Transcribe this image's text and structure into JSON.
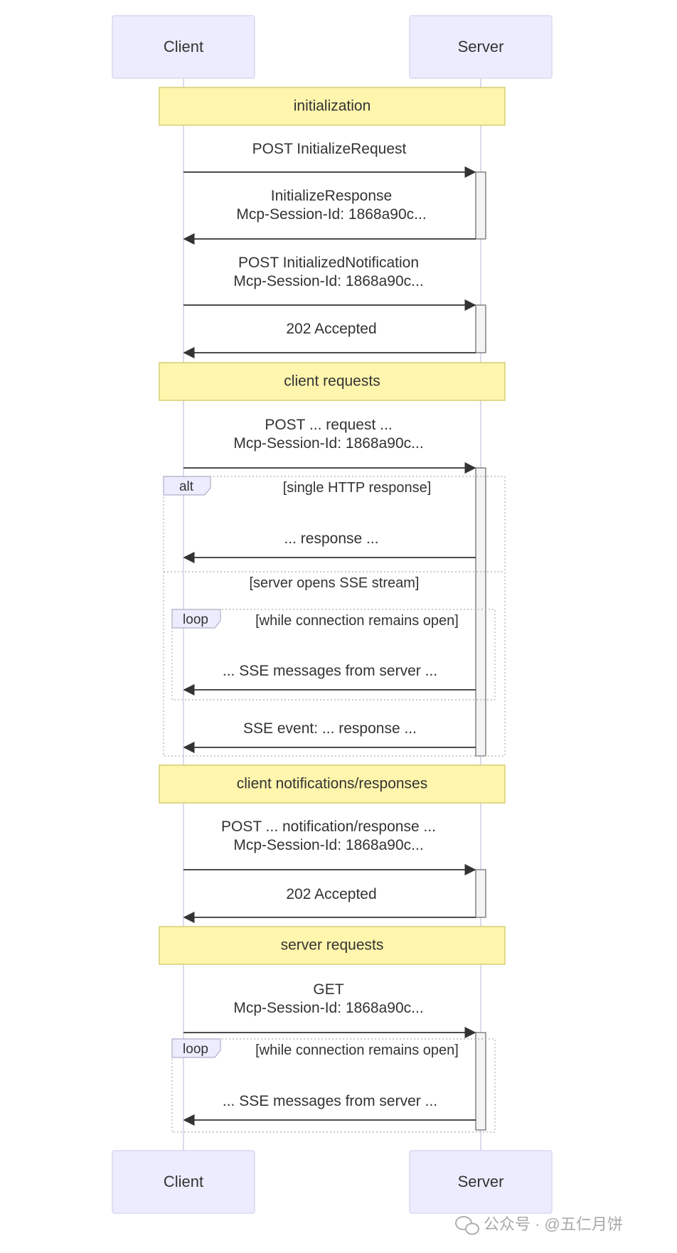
{
  "participants": {
    "client": "Client",
    "server": "Server"
  },
  "sections": {
    "initialization": "initialization",
    "client_requests": "client requests",
    "client_notifications": "client notifications/responses",
    "server_requests": "server requests"
  },
  "messages": {
    "m1": "POST InitializeRequest",
    "m2a": "InitializeResponse",
    "m2b": "Mcp-Session-Id: 1868a90c...",
    "m3a": "POST InitializedNotification",
    "m3b": "Mcp-Session-Id: 1868a90c...",
    "m4": "202 Accepted",
    "m5a": "POST ... request ...",
    "m5b": "Mcp-Session-Id: 1868a90c...",
    "m6": "... response ...",
    "m7": "... SSE messages from server ...",
    "m8": "SSE event: ... response ...",
    "m9a": "POST ... notification/response ...",
    "m9b": "Mcp-Session-Id: 1868a90c...",
    "m10": "202 Accepted",
    "m11a": "GET",
    "m11b": "Mcp-Session-Id: 1868a90c...",
    "m12": "... SSE messages from server ..."
  },
  "frames": {
    "alt_label": "alt",
    "alt_cond1": "[single HTTP response]",
    "alt_cond2": "[server opens SSE stream]",
    "loop1_label": "loop",
    "loop1_cond": "[while connection remains open]",
    "loop2_label": "loop",
    "loop2_cond": "[while connection remains open]"
  },
  "watermark": "公众号 · @五仁月饼",
  "colors": {
    "actor_fill": "#ececff",
    "actor_stroke": "#d8d8f0",
    "note_fill": "#fff5ad",
    "note_stroke": "#d6cf72",
    "line": "#333333",
    "lifeline": "#cfcfe6"
  }
}
